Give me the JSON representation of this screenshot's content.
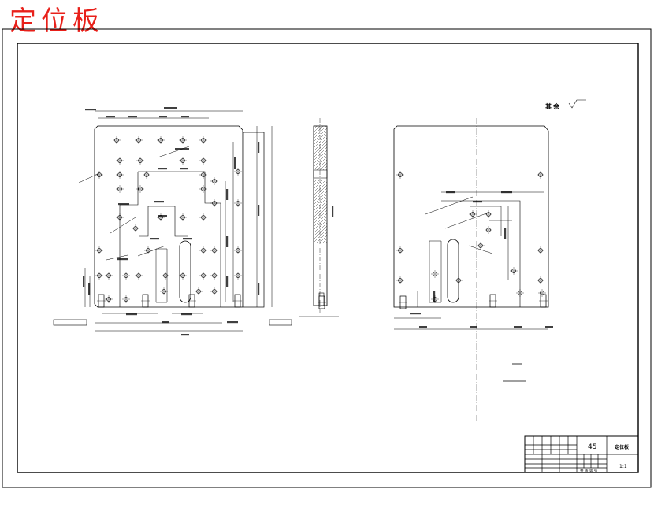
{
  "document": {
    "title": "定位板"
  },
  "drawing": {
    "roughness_label": "其余",
    "material": "45",
    "part_name": "定位板",
    "scale": "1:1",
    "sheet_note": "共 张 第 张"
  },
  "colors": {
    "title": "#e8201a",
    "lines": "#000000",
    "frame": "#000000"
  }
}
